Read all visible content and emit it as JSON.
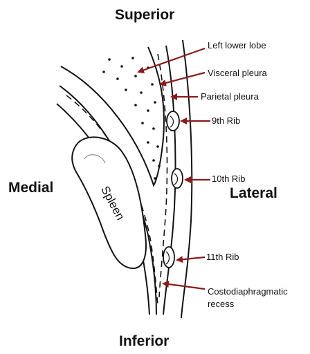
{
  "orientation": {
    "superior": "Superior",
    "inferior": "Inferior",
    "medial": "Medial",
    "lateral": "Lateral"
  },
  "labels": {
    "left_lower_lobe": "Left lower lobe",
    "visceral_pleura": "Visceral pleura",
    "parietal_pleura": "Parietal pleura",
    "rib_9": "9th Rib",
    "rib_10": "10th Rib",
    "rib_11": "11th Rib",
    "recess_line1": "Costodiaphragmatic",
    "recess_line2": "recess"
  },
  "organ": {
    "spleen": "Spleen"
  },
  "colors": {
    "arrow": "#8b1a1a",
    "ink": "#111111",
    "spleen_fill": "#ffffff"
  }
}
